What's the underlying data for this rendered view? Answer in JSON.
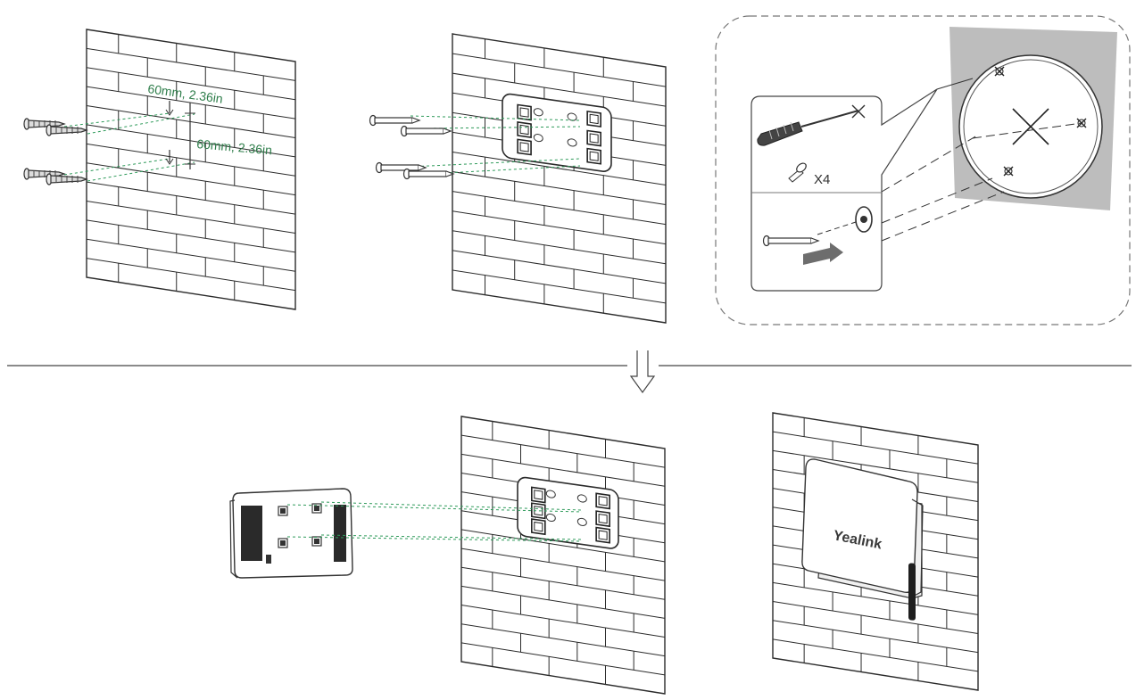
{
  "step1": {
    "dimension_horizontal": "60mm, 2.36in",
    "dimension_vertical": "60mm, 2.36in"
  },
  "callout": {
    "screw_quantity": "X4"
  },
  "device": {
    "brand_logo": "Yealink"
  },
  "colors": {
    "line": "#333333",
    "guide": "#2e9a5a",
    "dimension_text": "#2e7d4a",
    "callout_bg": "#bdbdbd",
    "arrow_fill": "#6d6d6d"
  }
}
